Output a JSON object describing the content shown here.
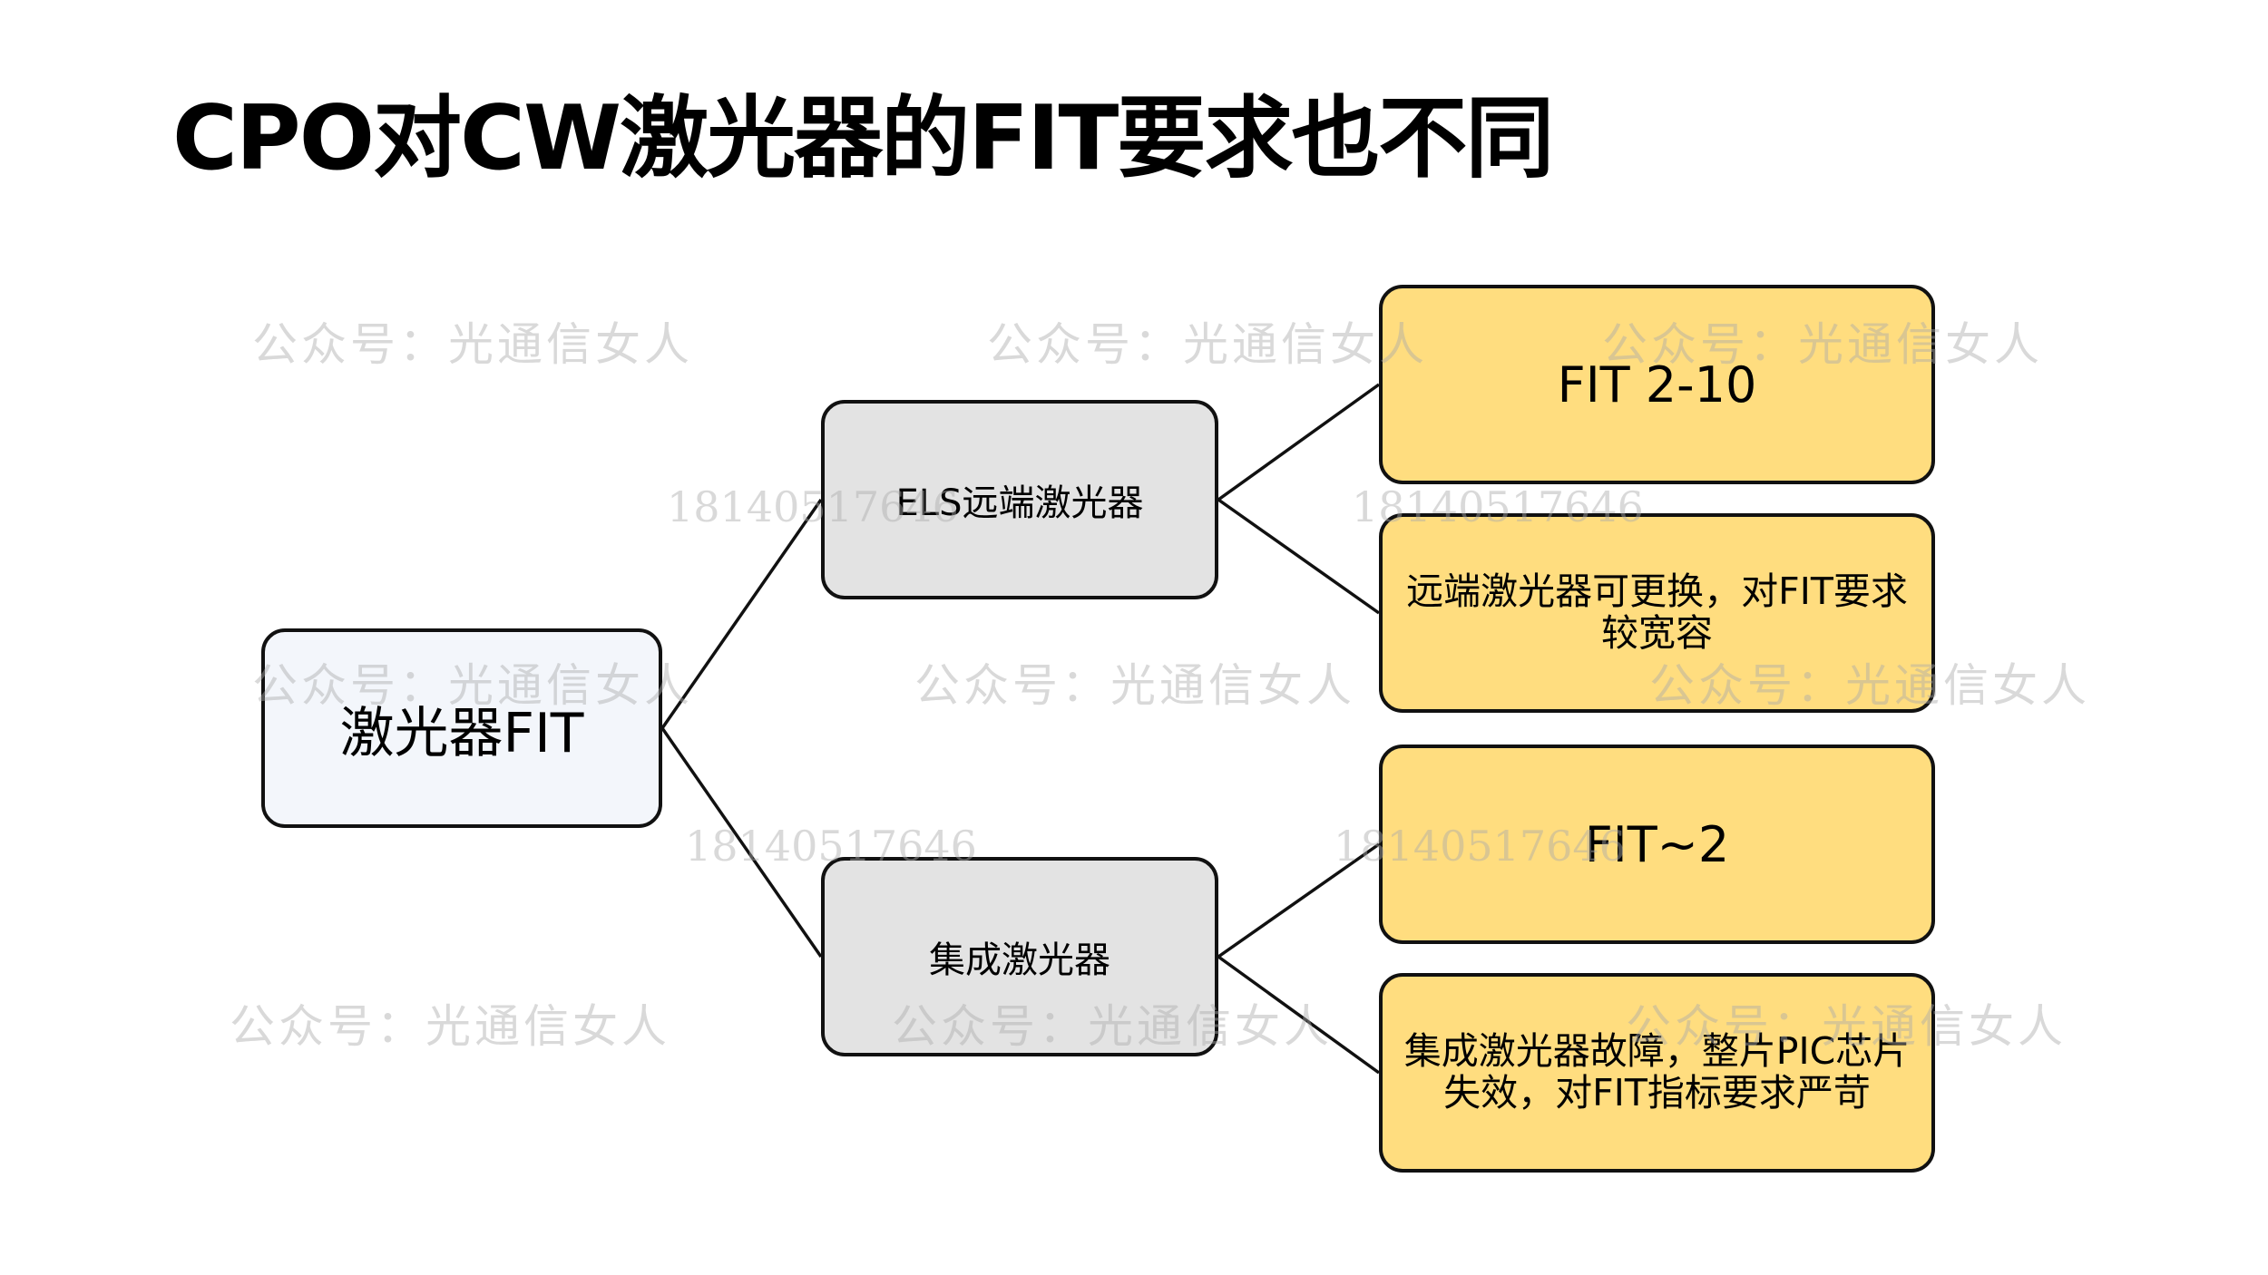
{
  "title": "CPO对CW激光器的FIT要求也不同",
  "colors": {
    "root_fill": "#F3F6FB",
    "branch_fill": "#E3E3E3",
    "leaf_fill": "#FFDD7F",
    "border": "#111111"
  },
  "tree": {
    "root": {
      "label": "激光器FIT"
    },
    "branches": [
      {
        "label": "ELS远端激光器",
        "leaves": [
          {
            "label": "FIT 2-10"
          },
          {
            "label": "远端激光器可更换，对FIT要求较宽容"
          }
        ]
      },
      {
        "label": "集成激光器",
        "leaves": [
          {
            "label": "FIT~2"
          },
          {
            "label": "集成激光器故障，整片PIC芯片失效，对FIT指标要求严苛"
          }
        ]
      }
    ]
  },
  "watermarks": {
    "account": "公众号：光通信女人",
    "phone": "18140517646"
  }
}
